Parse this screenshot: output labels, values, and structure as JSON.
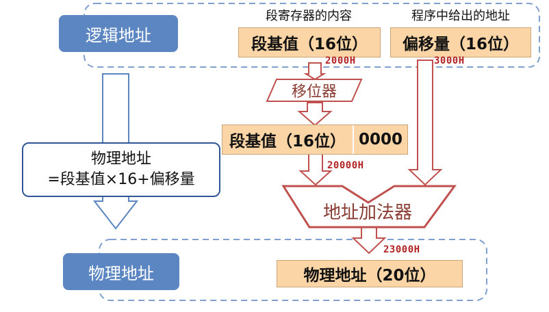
{
  "logical_label": "逻辑地址",
  "caption_segment_register": "段寄存器的内容",
  "caption_program_address": "程序中给出的地址",
  "segment_base": "段基值（16位）",
  "offset": "偏移量（16位）",
  "hex": {
    "segment_value": "2000H",
    "offset_value": "3000H",
    "shifted_value": "20000H",
    "physical_value": "23000H"
  },
  "shifter_label": "移位器",
  "shifted_segment_base": "段基值（16位）",
  "shifted_zero_suffix": "0000",
  "adder_label": "地址加法器",
  "formula": {
    "title": "物理地址",
    "expression": "=段基值×16+偏移量"
  },
  "physical_label": "物理地址",
  "physical_address_box": "物理地址（20位）"
}
